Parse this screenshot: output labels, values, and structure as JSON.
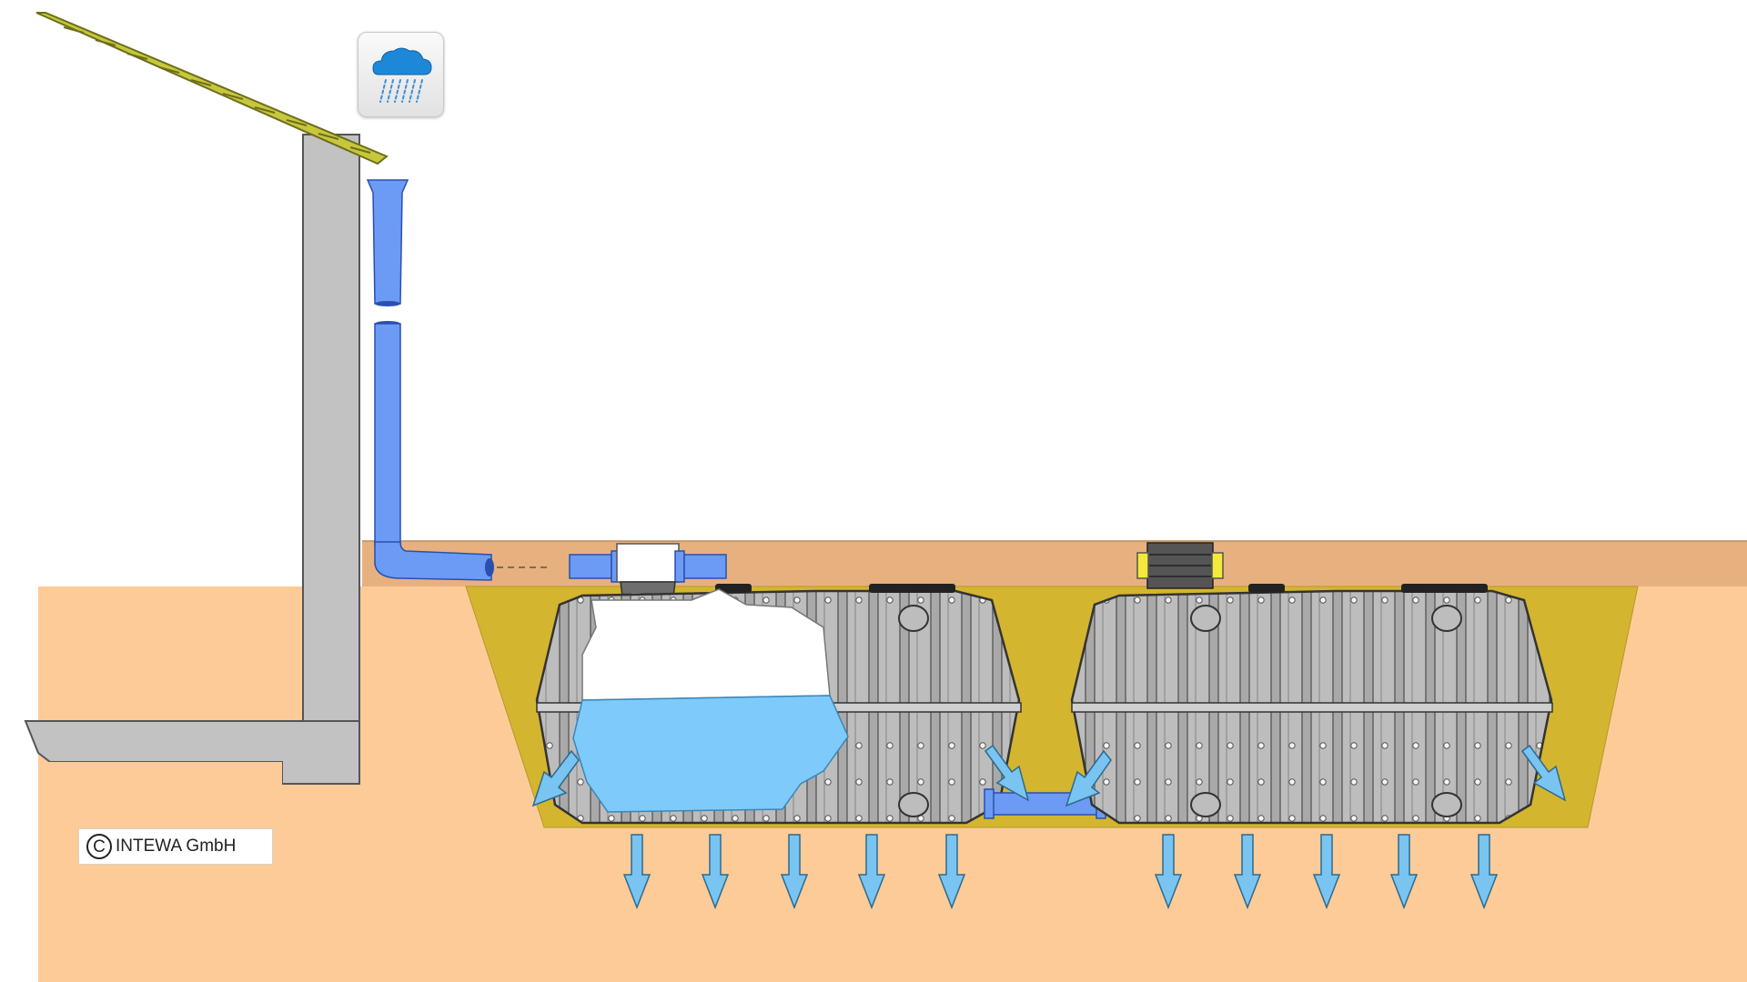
{
  "copyright": {
    "symbol": "C",
    "owner": "INTEWA GmbH"
  },
  "rain_button": {
    "icon": "rain-cloud-icon"
  },
  "tanks": [
    {
      "id": "tank-left",
      "state": "cutaway-with-water"
    },
    {
      "id": "tank-right",
      "state": "closed"
    }
  ],
  "colors": {
    "soil": "#fdcb98",
    "topsoil": "#e7b17f",
    "gravel": "#d4b52f",
    "tank": "#b9b9b9",
    "pipe": "#6b9bf5",
    "water": "#7ecbfb",
    "arrow": "#79c4f0",
    "wall": "#c2c2c2",
    "roof": "#c6c73c"
  }
}
